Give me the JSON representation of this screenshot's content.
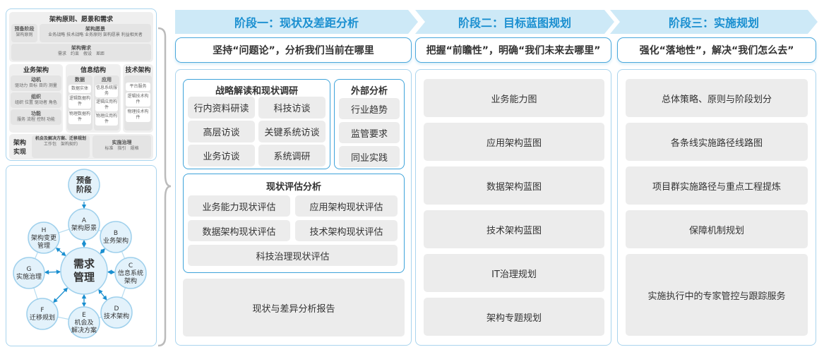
{
  "left_top": {
    "title": "架构原则、愿景和需求",
    "prelim": {
      "title": "预备阶段",
      "items": "架构原则"
    },
    "vision": {
      "title": "架构愿景",
      "items": "业务战略 技术战略 业务原则 架构愿景 利益相关者"
    },
    "requirements": {
      "title": "架构需求",
      "items": "需求　约束　假设　差距"
    },
    "business": {
      "title": "业务架构",
      "groups": [
        {
          "title": "动机",
          "items": "驱动力 目标 目的 测量"
        },
        {
          "title": "组织",
          "items": "组织 位置 驱动者 角色"
        },
        {
          "title": "功能",
          "items": "服务 流程 控制 功能"
        }
      ]
    },
    "info": {
      "title": "信息结构",
      "data": {
        "title": "数据",
        "items": [
          "数据实体",
          "逻辑数据构件",
          "物理数据构件"
        ]
      },
      "app": {
        "title": "应用",
        "items": [
          "信息系统服务",
          "逻辑应用构件",
          "物理应用构件"
        ]
      }
    },
    "tech": {
      "title": "技术架构",
      "items": [
        "平台服务",
        "逻辑技术构件",
        "物理技术构件"
      ]
    },
    "realization": {
      "title": "架构实现",
      "opportunity": {
        "title": "机会及解决方案、迁移规划",
        "items": "工作包　架构契约"
      },
      "governance": {
        "title": "实施治理",
        "items": "标准　指引　规格"
      }
    }
  },
  "cycle": {
    "center": "需求管理",
    "prelim": "预备阶段",
    "nodes": [
      {
        "letter": "A",
        "label": "架构愿景"
      },
      {
        "letter": "B",
        "label": "业务架构"
      },
      {
        "letter": "C",
        "label": "信息系统架构"
      },
      {
        "letter": "D",
        "label": "技术架构"
      },
      {
        "letter": "E",
        "label": "机会及解决方案"
      },
      {
        "letter": "F",
        "label": "迁移规划"
      },
      {
        "letter": "G",
        "label": "实施治理"
      },
      {
        "letter": "H",
        "label": "架构变更管理"
      }
    ]
  },
  "stages": [
    {
      "title": "阶段一：现状及差距分析",
      "slogan": "坚持“问题论”，分析我们当前在哪里"
    },
    {
      "title": "阶段二：目标蓝图规划",
      "slogan": "把握“前瞻性”，明确“我们未来去哪里”"
    },
    {
      "title": "阶段三：实施规划",
      "slogan": "强化“落地性”，解决“我们怎么去”"
    }
  ],
  "stage1": {
    "strategy": {
      "title": "战略解读和现状调研",
      "items": [
        "行内资料研读",
        "科技访谈",
        "高层访谈",
        "关键系统访谈",
        "业务访谈",
        "系统调研"
      ]
    },
    "external": {
      "title": "外部分析",
      "items": [
        "行业趋势",
        "监管要求",
        "同业实践"
      ]
    },
    "assessment": {
      "title": "现状评估分析",
      "items": [
        "业务能力现状评估",
        "应用架构现状评估",
        "数据架构现状评估",
        "技术架构现状评估",
        "科技治理现状评估"
      ]
    },
    "report": "现状与差异分析报告"
  },
  "stage2": {
    "items": [
      "业务能力图",
      "应用架构蓝图",
      "数据架构蓝图",
      "技术架构蓝图",
      "IT治理规划",
      "架构专题规划"
    ]
  },
  "stage3": {
    "items": [
      "总体策略、原则与阶段划分",
      "各条线实施路径线路图",
      "项目群实施路径与重点工程提炼",
      "保障机制规划",
      "实施执行中的专家管控与跟踪服务"
    ]
  },
  "colors": {
    "accent": "#1a8fd0",
    "stage_bg": "#cde9f7",
    "border": "#3ea3da",
    "item_bg": "#ececec"
  }
}
